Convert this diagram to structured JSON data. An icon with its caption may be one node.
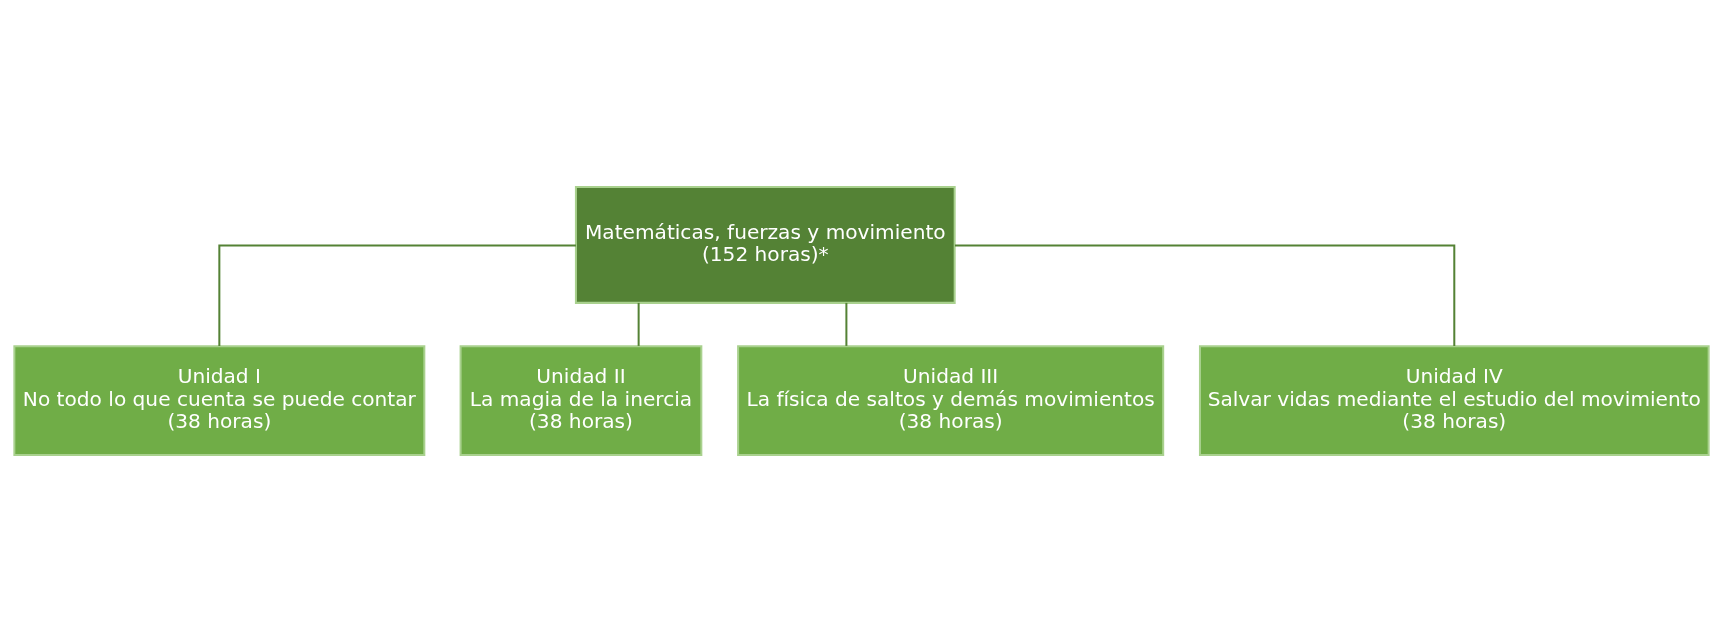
{
  "diagram": {
    "nodes": [
      {
        "text": [
          "Matemáticas, fuerzas y movimiento",
          "(152 horas)*"
        ]
      },
      {
        "text": [
          "Unidad I",
          "No todo lo que cuenta se puede contar",
          "(38 horas)"
        ]
      },
      {
        "text": [
          "Unidad II",
          "La magia de la inercia",
          "(38 horas)"
        ]
      },
      {
        "text": [
          "Unidad III",
          "La física de saltos y demás movimientos",
          "(38 horas)"
        ]
      },
      {
        "text": [
          "Unidad IV",
          "Salvar vidas mediante el estudio del movimiento",
          "(38 horas)"
        ]
      }
    ],
    "edges": [
      {
        "from": 0,
        "to": 1,
        "arrow": "none"
      },
      {
        "from": 0,
        "to": 2,
        "arrow": "none"
      },
      {
        "from": 0,
        "to": 3,
        "arrow": "none"
      },
      {
        "from": 0,
        "to": 4,
        "arrow": "none"
      }
    ]
  }
}
